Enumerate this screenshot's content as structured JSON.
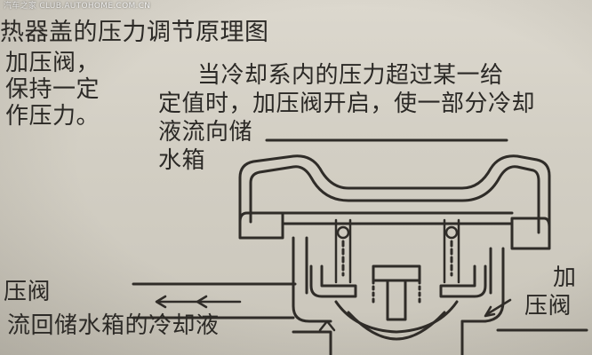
{
  "watermark": "汽车之家 CLUB.AUTOHOME.COM.CN",
  "title": "热器盖的压力调节原理图",
  "left_paragraph": [
    "加压阀，",
    "保持一定",
    "作压力。"
  ],
  "explanation": [
    "当冷却系内的压力超过某一给",
    "定值时，加压阀开启，使一部分冷却",
    "液流向储",
    "水箱"
  ],
  "label_left": "压阀",
  "label_bottom": "流回储水箱的冷却液",
  "label_right": [
    "加",
    "压阀"
  ]
}
